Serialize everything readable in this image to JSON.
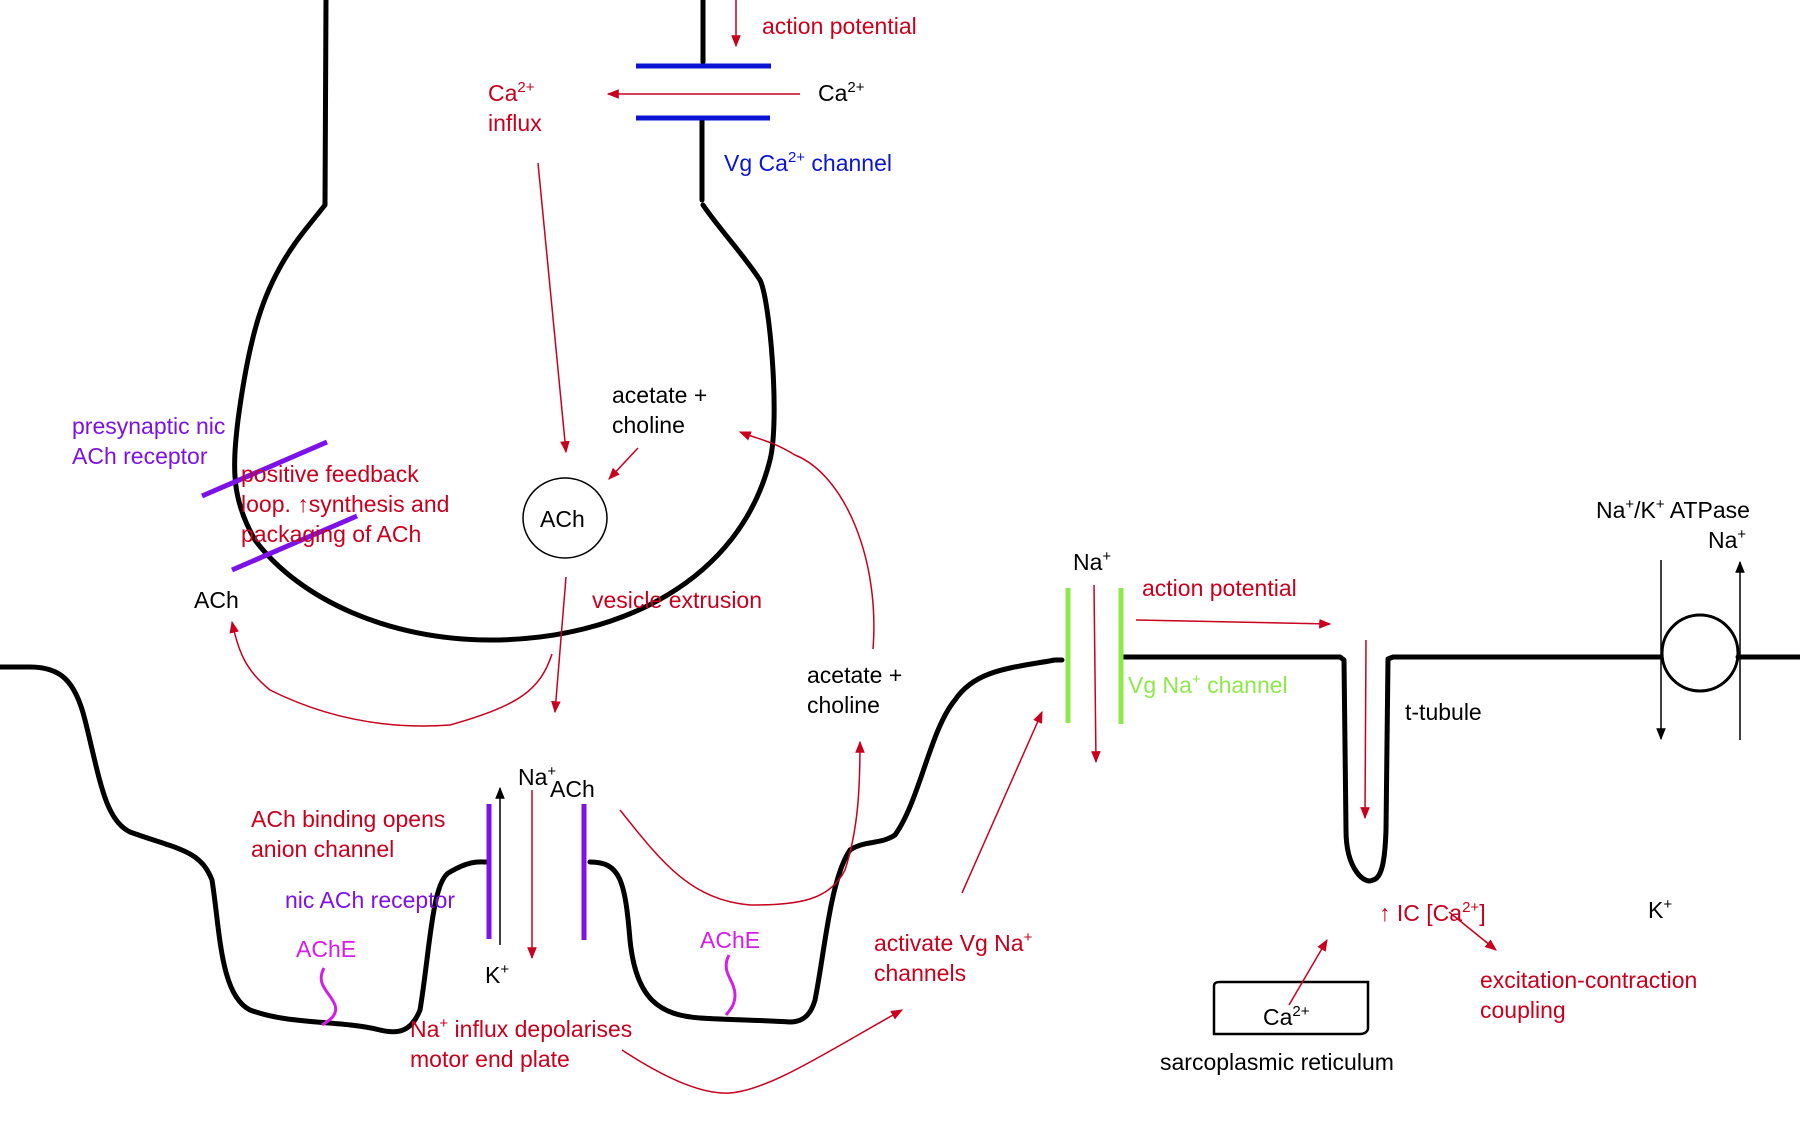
{
  "diagram": {
    "title": "Neuromuscular junction",
    "labels": {
      "action_potential_top": "action potential",
      "ca_outside": "Ca",
      "ca_outside_sup": "2+",
      "ca_influx_1": "Ca",
      "ca_influx_sup": "2+",
      "ca_influx_2": "influx",
      "vg_ca_channel_1": "Vg Ca",
      "vg_ca_channel_sup": "2+",
      "vg_ca_channel_2": " channel",
      "acetate_choline_inner_1": "acetate +",
      "acetate_choline_inner_2": "choline",
      "presynaptic_receptor_1": "presynaptic nic",
      "presynaptic_receptor_2": "ACh receptor",
      "feedback_1": "positive feedback",
      "feedback_2": "loop. ↑synthesis and",
      "feedback_3": "packaging of ACh",
      "vesicle": "ACh",
      "ach_released": "ACh",
      "vesicle_extrusion": "vesicle  extrusion",
      "acetate_choline_cleft_1": "acetate +",
      "acetate_choline_cleft_2": "choline",
      "na_receptor": "Na",
      "na_receptor_sup": "+",
      "ach_receptor": "ACh",
      "ach_binding_1": "ACh binding opens",
      "ach_binding_2": "anion channel",
      "nic_receptor": "nic ACh receptor",
      "ache_1": "AChE",
      "ache_2": "AChE",
      "k_receptor": "K",
      "k_receptor_sup": "+",
      "na_influx_1a": "Na",
      "na_influx_sup": "+",
      "na_influx_1b": " influx depolarises",
      "na_influx_2": "motor end plate",
      "activate_vg_1": "activate Vg Na",
      "activate_vg_sup": "+",
      "activate_vg_2": "channels",
      "na_vg": "Na",
      "na_vg_sup": "+",
      "action_potential_muscle": "action potential",
      "vg_na_channel_1": "Vg Na",
      "vg_na_channel_sup": "+",
      "vg_na_channel_2": " channel",
      "t_tubule": "t-tubule",
      "ic_ca_1": "↑ IC [Ca",
      "ic_ca_sup": "2+",
      "ic_ca_2": "]",
      "ec_coupling_1": "excitation-contraction",
      "ec_coupling_2": "coupling",
      "sr_ca": "Ca",
      "sr_ca_sup": "2+",
      "sr": "sarcoplasmic reticulum",
      "pump_1a": "Na",
      "pump_sup1": "+",
      "pump_1b": "/K",
      "pump_sup2": "+",
      "pump_1c": " ATPase",
      "pump_na": "Na",
      "pump_na_sup": "+",
      "pump_k": "K",
      "pump_k_sup": "+"
    },
    "colors": {
      "annotation": "#c8001e",
      "ca_channel": "#0a14d2",
      "nic_receptor": "#7d12e6",
      "ache": "#d21ee6",
      "na_channel": "#8ee84a",
      "membrane": "#000000"
    }
  }
}
